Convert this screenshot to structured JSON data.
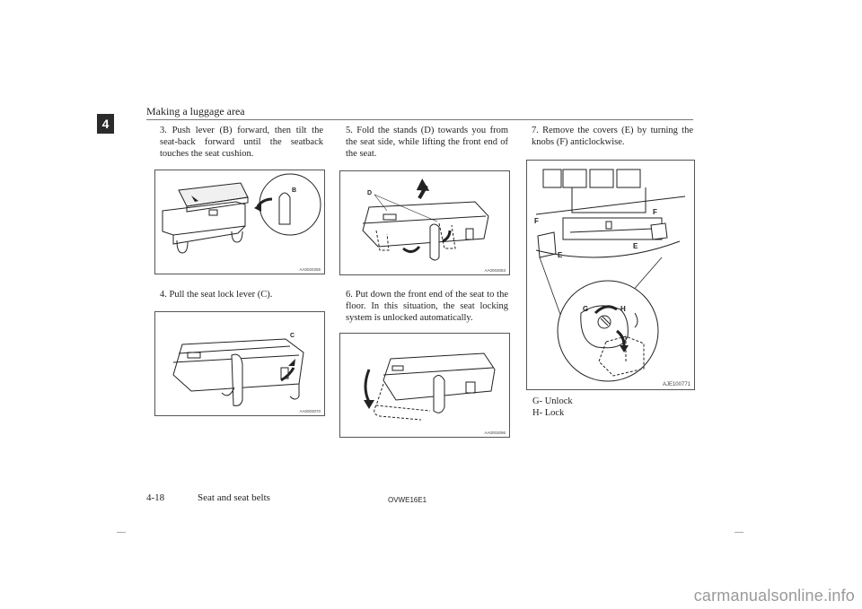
{
  "header": {
    "title": "Making a luggage area",
    "tab_number": "4"
  },
  "steps": [
    {
      "text": "3. Push lever (B) forward, then tilt the seat-back forward until the seatback touches the seat cushion."
    },
    {
      "text": "4. Pull the seat lock lever (C)."
    },
    {
      "text": "5. Fold the stands (D) towards you from the seat side, while lifting the front end of the seat."
    },
    {
      "text": "6. Put down the front end of the seat to the floor. In this situation, the seat locking system is unlocked automatically."
    },
    {
      "text": "7. Remove the covers (E) by turning the knobs (F) anticlockwise."
    }
  ],
  "figures": [
    {
      "code": "AA0020255",
      "labels": [
        "B"
      ]
    },
    {
      "code": "AA0003070",
      "labels": [
        "C"
      ]
    },
    {
      "code": "AA0003083",
      "labels": [
        "D"
      ]
    },
    {
      "code": "AA0003096",
      "labels": []
    },
    {
      "code": "AJE100771",
      "labels": [
        "F",
        "F",
        "E",
        "E",
        "G",
        "H"
      ]
    }
  ],
  "legend": {
    "g": "G- Unlock",
    "h": "H- Lock"
  },
  "footer": {
    "page": "4-18",
    "section": "Seat and seat belts",
    "doc_code": "OVWE16E1"
  },
  "watermark": "carmanualsonline.info"
}
